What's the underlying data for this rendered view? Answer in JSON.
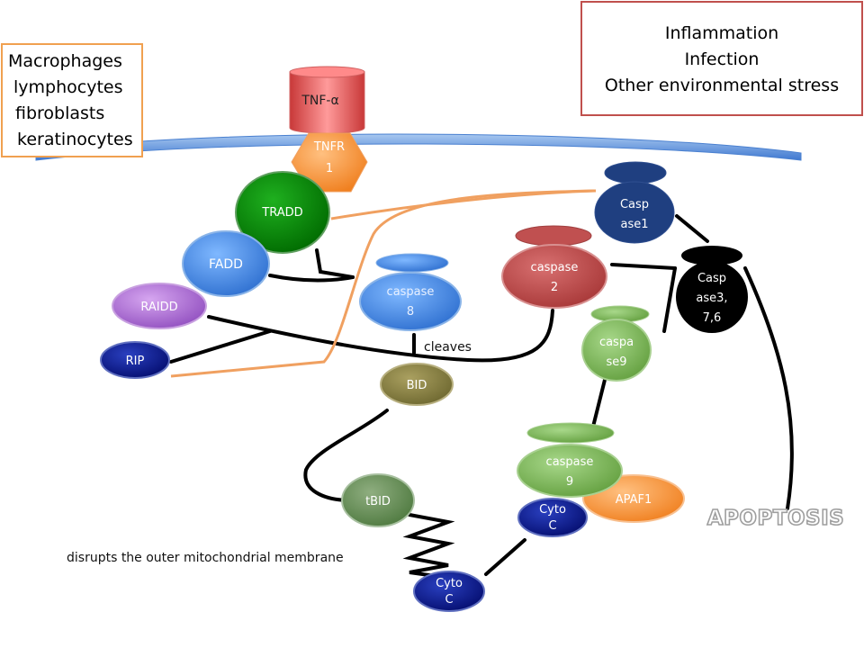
{
  "cell_types": [
    "Macrophages",
    "lymphocytes",
    "fibroblasts",
    "keratinocytes"
  ],
  "stress_factors": [
    "Inflammation",
    "Infection",
    "Other environmental stress"
  ],
  "receptor": {
    "ligand": "TNF-α",
    "receptor_lines": [
      "TNFR",
      "1"
    ]
  },
  "nodes": {
    "tradd": "TRADD",
    "fadd": "FADD",
    "raidd": "RAIDD",
    "rip": "RIP",
    "caspase8": [
      "caspase",
      "8"
    ],
    "bid": "BID",
    "tbid": "tBID",
    "cytoc_lower": [
      "Cyto",
      "C"
    ],
    "cytoc_upper": [
      "Cyto",
      "C"
    ],
    "caspase9_complex": [
      "caspase",
      "9"
    ],
    "apaf1": "APAF1",
    "caspase9": [
      "caspa",
      "se9"
    ],
    "caspase2": [
      "caspase",
      "2"
    ],
    "caspase1": [
      "Casp",
      "ase1"
    ],
    "caspase3": [
      "Casp",
      "ase3,",
      "7,6"
    ]
  },
  "labels": {
    "cleaves": "cleaves",
    "disrupts": "disrupts the outer mitochondrial membrane",
    "apoptosis": "APOPTOSIS"
  },
  "colors": {
    "membrane": "#5b8fd6",
    "tnf": "#e05a5a",
    "tnfr": "#f79646",
    "tradd": "#008a00",
    "fadd": "#4a8ee8",
    "raidd": "#b070d8",
    "rip": "#0a1a90",
    "caspase8": "#4a8ee8",
    "bid": "#8a8040",
    "tbid": "#6a8a50",
    "cytoc": "#0a1a90",
    "green_caspase": "#80b860",
    "apaf1": "#f79646",
    "caspase2": "#c05050",
    "caspase1": "#1f3f80",
    "caspase3": "#000000",
    "orange_line": "#f0a060"
  }
}
